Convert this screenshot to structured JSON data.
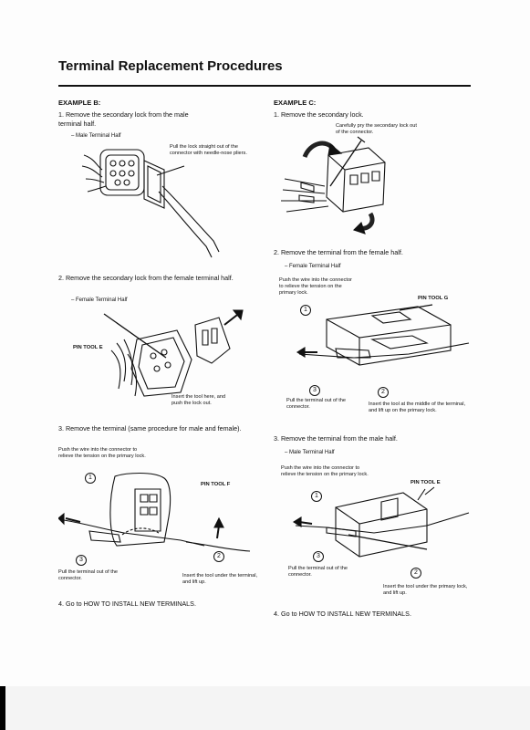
{
  "title": "Terminal Replacement Procedures",
  "exB": {
    "heading": "EXAMPLE B:",
    "step1": "1.  Remove the secondary lock from the male terminal half.",
    "step1_sub": "– Male Terminal Half",
    "step1_note": "Pull the lock straight out of the connector with needle-nose pliers.",
    "step2": "2.  Remove the secondary lock from the female terminal half.",
    "step2_sub": "– Female Terminal Half",
    "step2_tool": "PIN TOOL E",
    "step2_note": "Insert the tool here, and push the lock out.",
    "step3": "3.  Remove the terminal (same procedure for male and female).",
    "step3_note_push": "Push the wire into the connector to relieve the tension on the primary lock.",
    "step3_tool": "PIN TOOL F",
    "step3_note_pull": "Pull the terminal out of the connector.",
    "step3_note_insert": "Insert the tool under the terminal, and lift up.",
    "step4": "4.  Go to HOW TO INSTALL NEW TERMINALS.",
    "callouts": [
      "1",
      "2",
      "3"
    ]
  },
  "exC": {
    "heading": "EXAMPLE C:",
    "step1": "1.  Remove the secondary lock.",
    "step1_note": "Carefully pry the secondary lock out of the connector.",
    "step2": "2.  Remove the terminal from the female half.",
    "step2_sub": "– Female Terminal Half",
    "step2_note_push": "Push the wire into the connector to relieve the tension on the primary lock.",
    "step2_tool": "PIN TOOL G",
    "step2_note_pull": "Pull the terminal out of the connector.",
    "step2_note_insert": "Insert the tool at the middle of the terminal, and lift up on the primary lock.",
    "step3": "3.  Remove the terminal from the male half.",
    "step3_sub": "– Male Terminal Half",
    "step3_note_push": "Push the wire into the connector to relieve the tension on the primary lock.",
    "step3_tool": "PIN TOOL E",
    "step3_note_pull": "Pull the terminal out of the connector.",
    "step3_note_insert": "Insert the tool under the primary lock, and lift up.",
    "step4": "4.  Go to HOW TO INSTALL NEW TERMINALS.",
    "callouts": [
      "1",
      "2",
      "3"
    ]
  }
}
